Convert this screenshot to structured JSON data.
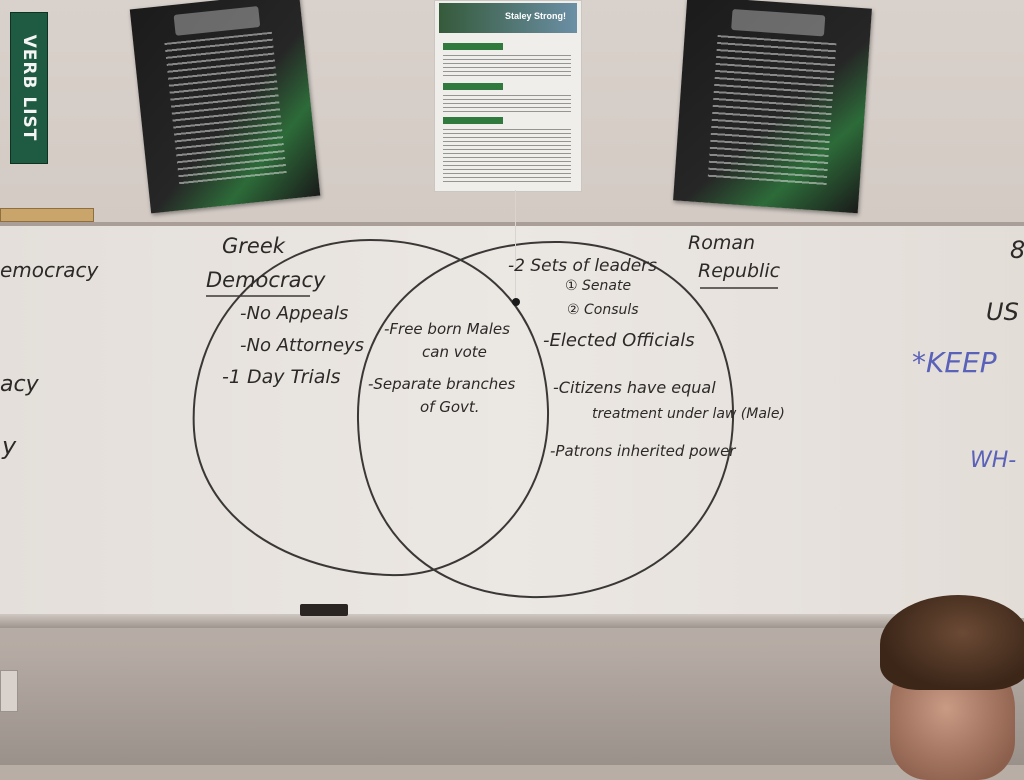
{
  "wall": {
    "verb_list": "VERB LIST",
    "flyer_title": "Staley Strong!"
  },
  "board": {
    "left_edge": [
      "emocracy",
      "acy",
      "y"
    ],
    "greek": {
      "title_line1": "Greek",
      "title_line2": "Democracy",
      "items": [
        "-No Appeals",
        "-No Attorneys",
        "-1 Day Trials"
      ]
    },
    "overlap": {
      "items": [
        "-Free born Males",
        "can vote",
        "-Separate branches",
        "of Govt."
      ]
    },
    "roman": {
      "title_line1": "Roman",
      "title_line2": "Republic",
      "items": [
        "-2 Sets of leaders",
        "① Senate",
        "② Consuls",
        "-Elected Officials",
        "-Citizens have equal",
        "treatment under law (Male)",
        "-Patrons inherited power"
      ]
    },
    "right_edge": [
      "8",
      "US",
      "*KEEP",
      "WH-"
    ]
  }
}
